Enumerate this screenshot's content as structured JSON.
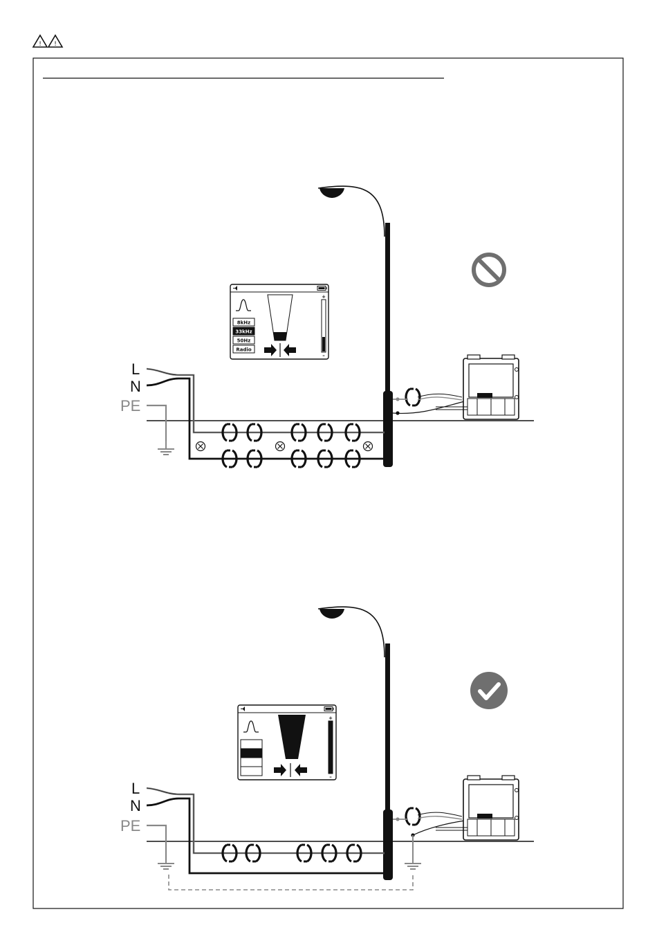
{
  "warning_icons": [
    "warning-triangle-icon",
    "warning-triangle-icon"
  ],
  "wire_labels": {
    "l": "L",
    "n": "N",
    "pe": "PE"
  },
  "receiver_top": {
    "frequencies": [
      "8kHz",
      "33kHz",
      "50Hz",
      "Radio"
    ],
    "selected": "33kHz",
    "scale_plus": "+",
    "scale_minus": "–"
  },
  "receiver_bottom": {
    "scale_plus": "+",
    "scale_minus": "–"
  },
  "status_top": "prohibited-icon",
  "status_bottom": "check-icon",
  "colors": {
    "ink": "#111111",
    "grey": "#888888",
    "status": "#6f6f6f"
  }
}
